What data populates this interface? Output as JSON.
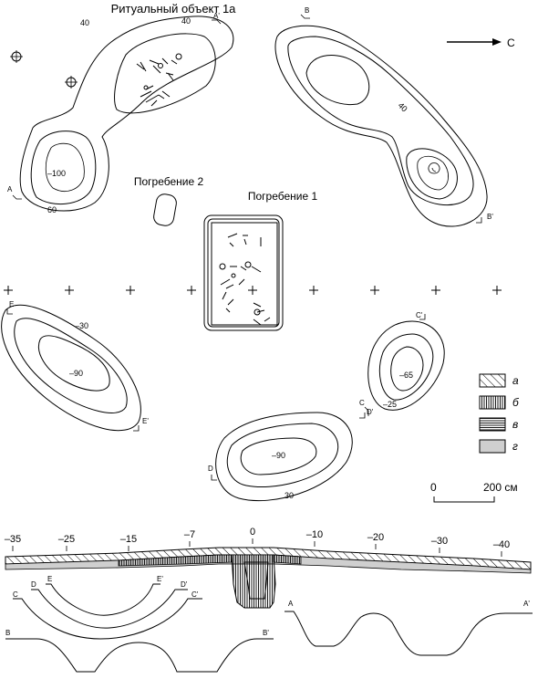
{
  "labels": {
    "ritual_object": "Ритуальный объект 1а",
    "burial_2": "Погребение 2",
    "burial_1": "Погребение 1",
    "north": "С"
  },
  "contours": {
    "ritual_40": "40",
    "ritual_100": "–100",
    "ritual_60": "60",
    "b_40": "40",
    "e_30": "–30",
    "e_90": "–90",
    "c_65": "–65",
    "c_25": "–25",
    "d_90": "–90",
    "d_30": "30"
  },
  "section_letters": {
    "a": "A",
    "a2": "A'",
    "b": "B",
    "b2": "B'",
    "c": "C",
    "c2": "C'",
    "d": "D",
    "d2": "D'",
    "e": "E",
    "e2": "E'"
  },
  "legend": [
    {
      "key": "а",
      "pattern": "hatch"
    },
    {
      "key": "б",
      "pattern": "vertical-lines"
    },
    {
      "key": "в",
      "pattern": "horizontal-lines"
    },
    {
      "key": "г",
      "pattern": "gray-fill",
      "color": "#cfcfcf"
    }
  ],
  "scale": {
    "start": "0",
    "end": "200 см"
  },
  "profile_ticks": [
    "–35",
    "–25",
    "–15",
    "–7",
    "0",
    "–10",
    "–20",
    "–30",
    "–40"
  ]
}
